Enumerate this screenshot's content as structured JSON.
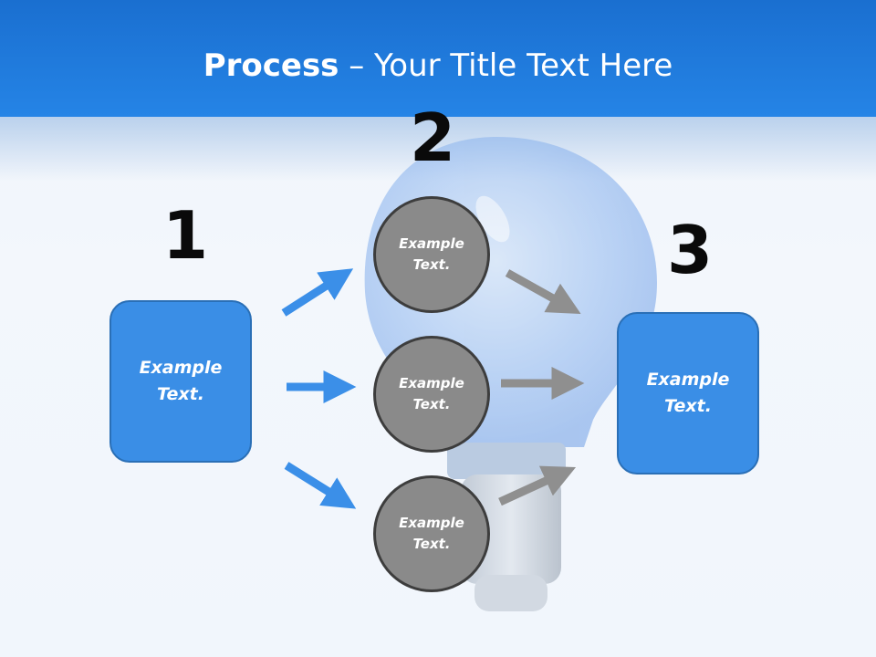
{
  "title": {
    "bold": "Process",
    "rest": " – Your Title Text Here"
  },
  "steps": [
    {
      "number": "1",
      "box_text": "Example\nText."
    },
    {
      "number": "2",
      "circles": [
        "Example\nText.",
        "Example\nText.",
        "Example\nText."
      ]
    },
    {
      "number": "3",
      "box_text": "Example\nText."
    }
  ],
  "colors": {
    "header": "#1f7ad9",
    "box": "#3a8ee6",
    "circle": "#8a8a8a",
    "blue_arrow": "#3b8fe8",
    "gray_arrow": "#8f8f8f"
  },
  "icons": [
    "lightbulb-background",
    "arrow-right-icon"
  ]
}
